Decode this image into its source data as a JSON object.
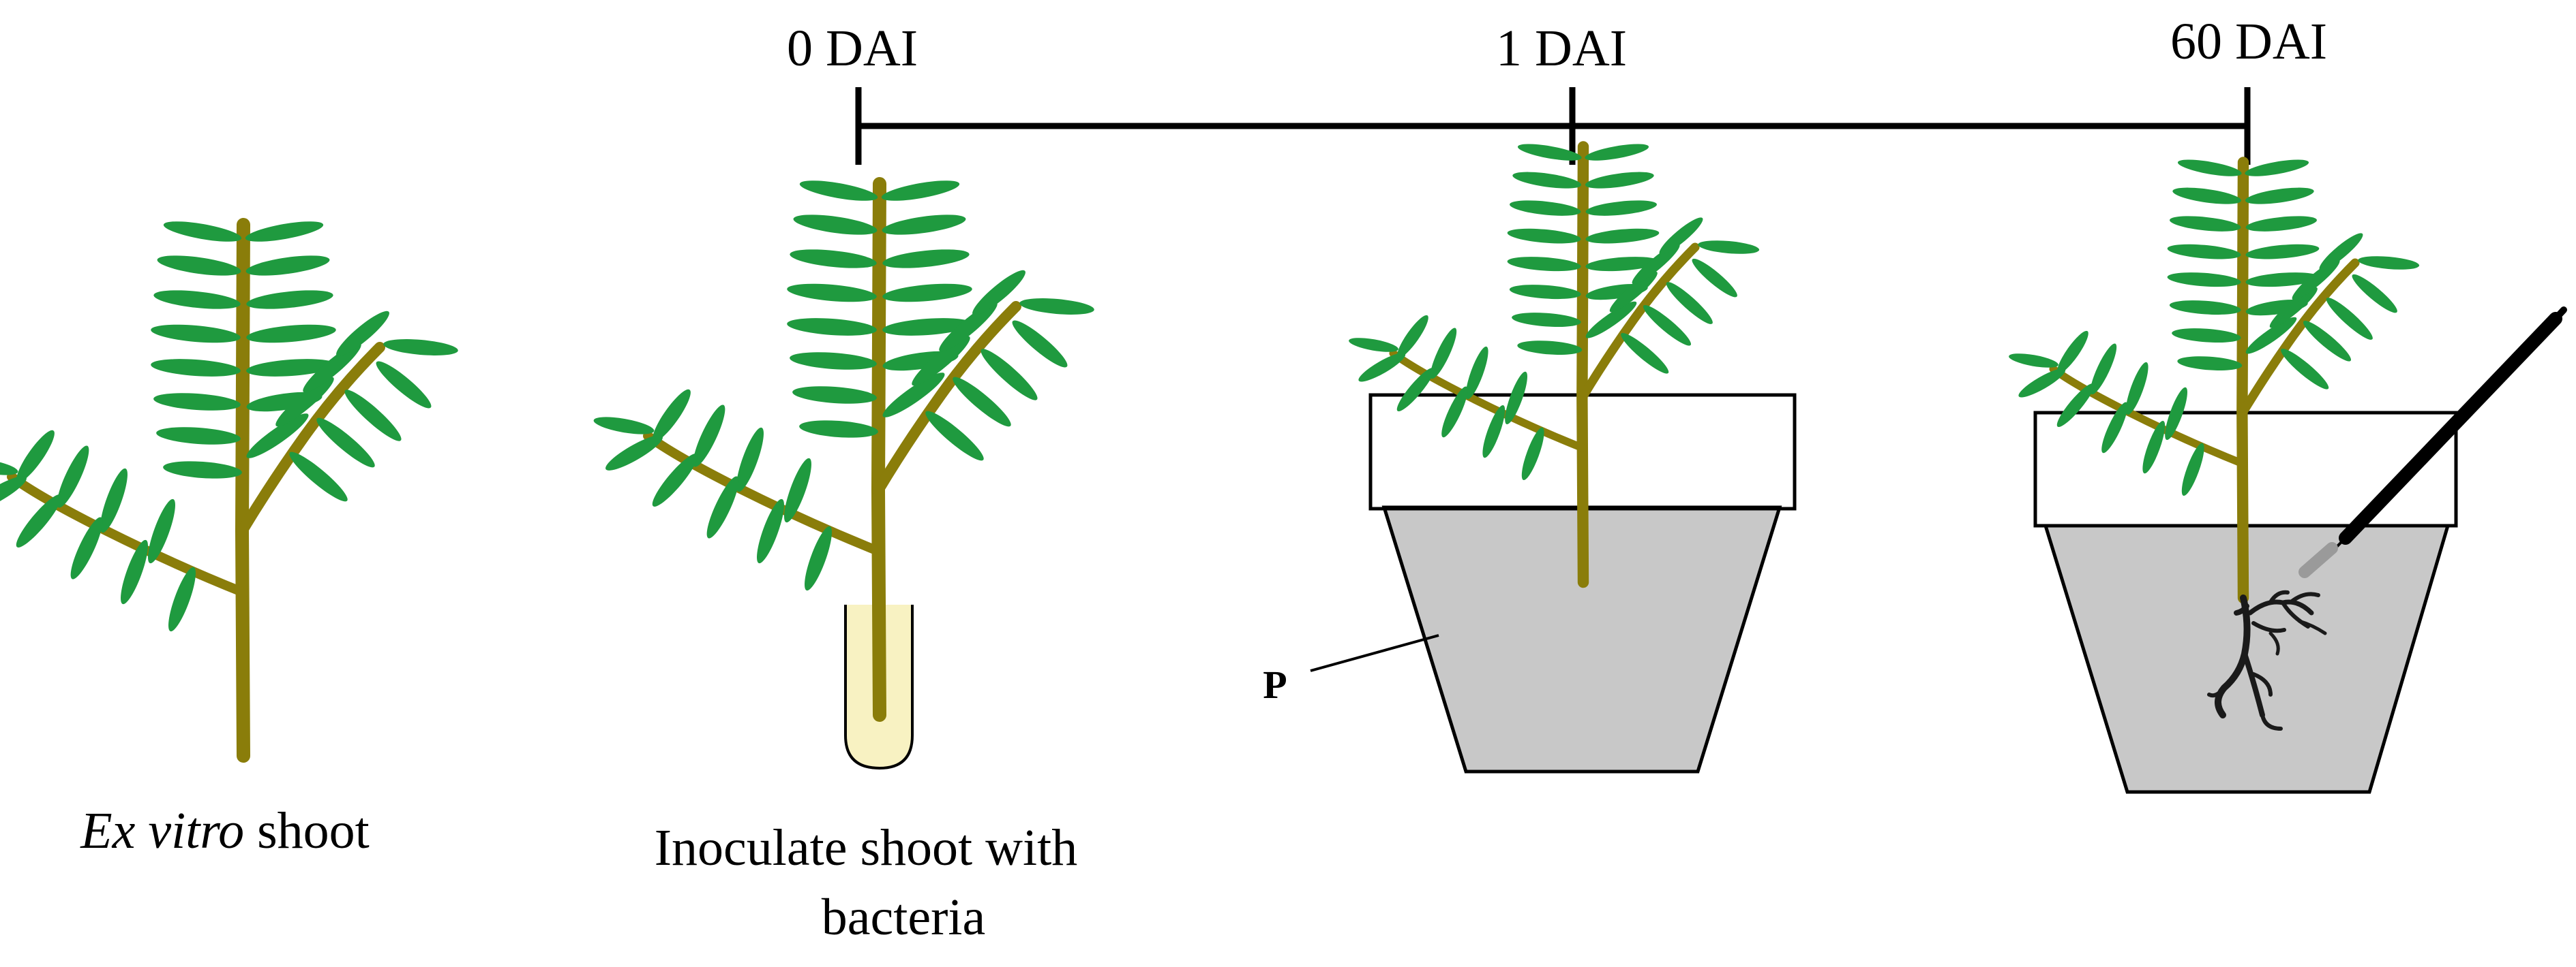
{
  "timeline": {
    "ticks": [
      {
        "label": "0 DAI"
      },
      {
        "label": "1 DAI"
      },
      {
        "label": "60 DAI"
      }
    ]
  },
  "captions": {
    "shoot_italic": "Ex vitro",
    "shoot_rest": " shoot",
    "inoculate_line1": "Inoculate shoot with",
    "inoculate_line2": "bacteria"
  },
  "pot_label": "P",
  "colors": {
    "leaf": "#1f9a3f",
    "stem": "#8a7d0a",
    "tube": "#f8f2c2",
    "soil": "#c8c8c8",
    "root": "#1a1a1a",
    "line": "#000000"
  },
  "icons": {
    "shoot": "plant-shoot-icon",
    "tube": "test-tube-icon",
    "pot": "flower-pot-icon",
    "roots": "roots-icon",
    "pen": "marker-pen-icon"
  }
}
